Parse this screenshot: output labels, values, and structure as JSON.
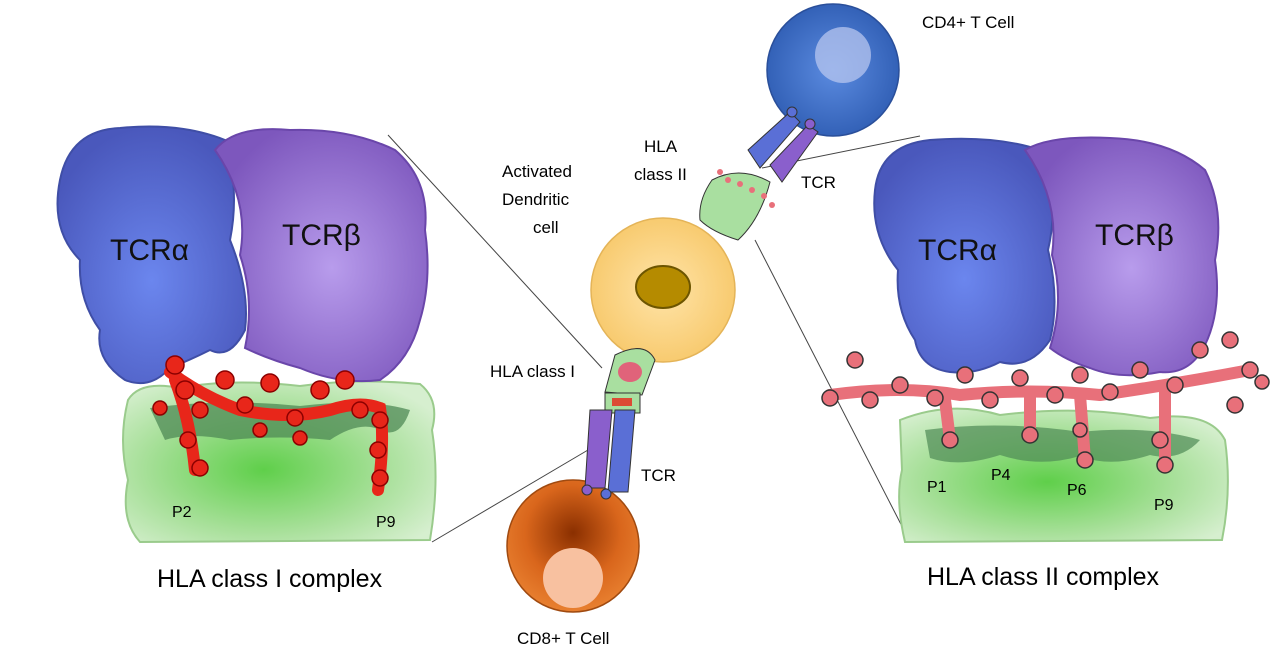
{
  "labels": {
    "cd4_t_cell": "CD4+ T Cell",
    "cd8_t_cell": "CD8+ T Cell",
    "activated_dc_1": "Activated",
    "activated_dc_2": "Dendritic",
    "activated_dc_3": "cell",
    "hla_class_ii_1": "HLA",
    "hla_class_ii_2": "class II",
    "hla_class_i": "HLA class I",
    "tcr_top": "TCR",
    "tcr_bottom": "TCR",
    "left_tcr_alpha": "TCRα",
    "left_tcr_beta": "TCRβ",
    "right_tcr_alpha": "TCRα",
    "right_tcr_beta": "TCRβ",
    "left_p2": "P2",
    "left_p9": "P9",
    "right_p1": "P1",
    "right_p4": "P4",
    "right_p6": "P6",
    "right_p9": "P9",
    "left_title": "HLA class I complex",
    "right_title": "HLA class II complex"
  },
  "colors": {
    "tcr_alpha": "#5a6fd6",
    "tcr_beta": "#9a77d4",
    "class_i_peptide": "#e8261a",
    "class_ii_peptide": "#e8707a",
    "mhc_green": "#8fd67e",
    "cd4_cell": "#3f6fc7",
    "cd8_cell": "#d8641c",
    "dendritic_cell": "#fcd489",
    "dendritic_nucleus": "#b58b00"
  }
}
